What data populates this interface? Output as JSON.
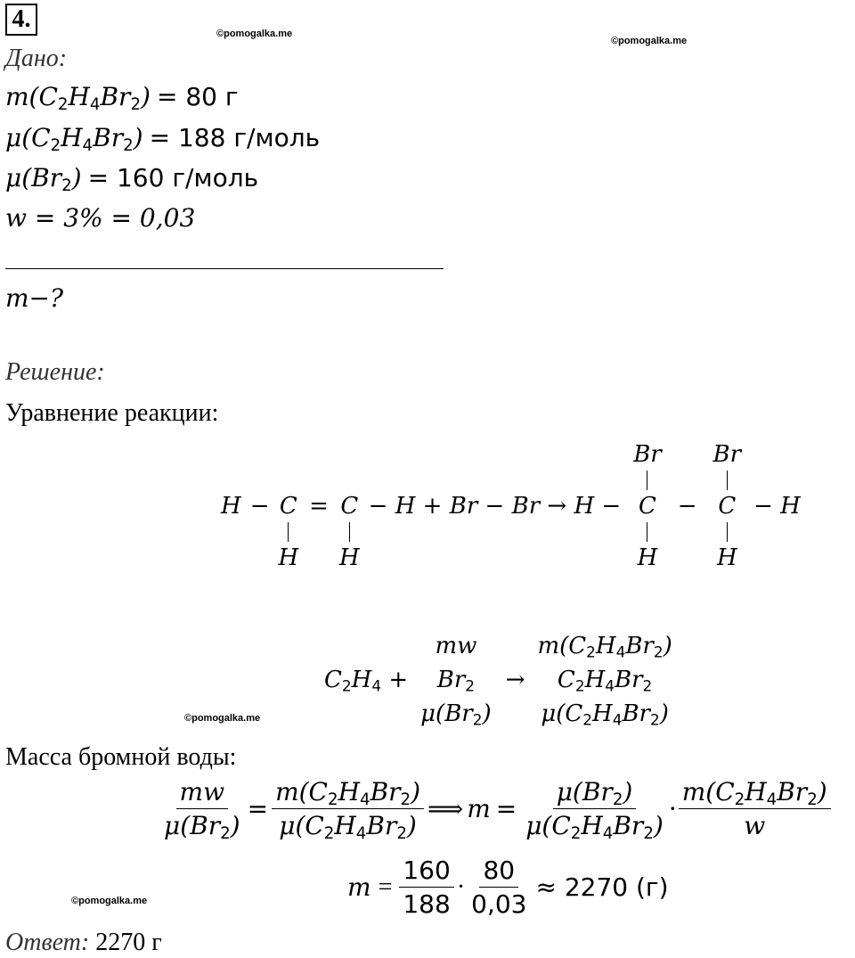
{
  "task_number": "4.",
  "watermark": "©pomogalka.me",
  "given_label": "Дано:",
  "given": {
    "line1_unit": "= 80 г",
    "line2_unit": "= 188 г/моль",
    "line3_unit": "= 160 г/моль",
    "line4": "w = 3% = 0,03"
  },
  "find": "m−?",
  "solution_label": "Решение:",
  "reaction_label": "Уравнение реакции:",
  "mass_label": "Масса бромной воды:",
  "calc": {
    "n1": "160",
    "d1": "188",
    "n2": "80",
    "d2": "0,03",
    "result": "≈ 2270 (г)"
  },
  "answer_label": "Ответ:",
  "answer_value": "2270 г"
}
